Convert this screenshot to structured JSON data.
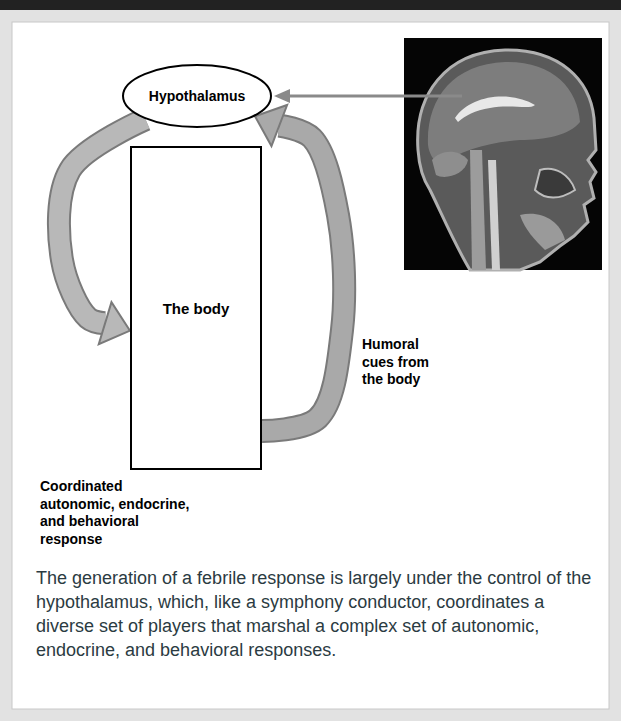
{
  "diagram": {
    "caption": "The generation of a febrile response is largely under the control of the hypothalamus, which, like a symphony conductor, coordinates a diverse set of players that marshal a complex set of autonomic, endocrine, and behavioral responses.",
    "nodes": [
      {
        "text": [
          "Hypothalamus"
        ]
      },
      {
        "text": [
          "The body"
        ]
      }
    ],
    "edges": [
      {
        "from": 0,
        "to": 1,
        "arrow": "to",
        "label": "Coordinated autonomic, endocrine, and behavioral response"
      },
      {
        "from": 1,
        "to": 0,
        "arrow": "to",
        "label": "Humoral cues from the body"
      }
    ]
  }
}
